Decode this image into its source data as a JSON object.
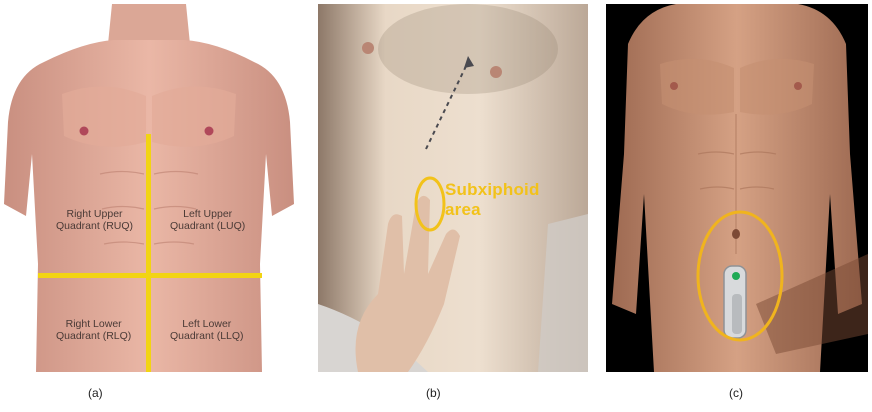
{
  "panel_a": {
    "quadrants": {
      "ruq": [
        "Right Upper",
        "Quadrant (RUQ)"
      ],
      "luq": [
        "Left Upper",
        "Quadrant (LUQ)"
      ],
      "rlq": [
        "Right Lower",
        "Quadrant (RLQ)"
      ],
      "llq": [
        "Left Lower",
        "Quadrant (LLQ)"
      ]
    },
    "line_color": "#f2d413"
  },
  "panel_b": {
    "annotation": [
      "Subxiphoid",
      "area"
    ],
    "highlight_color": "#f2c21a"
  },
  "panel_c": {
    "highlight_color": "#f0b41e",
    "device_led_color": "#1faa55"
  },
  "captions": [
    "(a)",
    "(b)",
    "(c)"
  ]
}
